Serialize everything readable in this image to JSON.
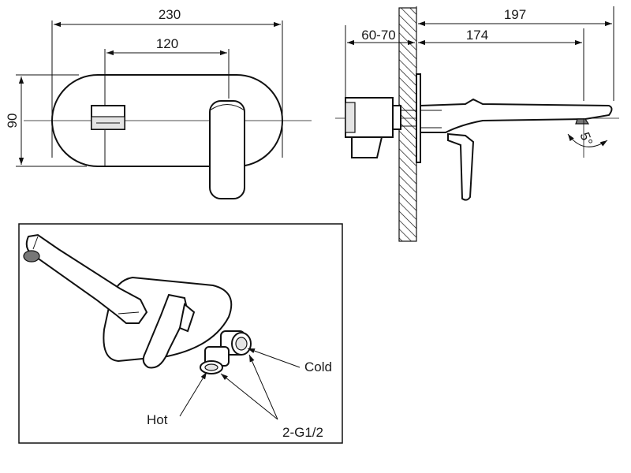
{
  "front_view": {
    "overall_width": "230",
    "handle_spacing": "120",
    "height": "90"
  },
  "side_view": {
    "total_projection": "197",
    "wall_depth": "60-70",
    "spout_projection": "174",
    "spout_angle": "5°"
  },
  "iso_view": {
    "label_cold": "Cold",
    "label_hot": "Hot",
    "label_thread": "2-G1/2"
  }
}
